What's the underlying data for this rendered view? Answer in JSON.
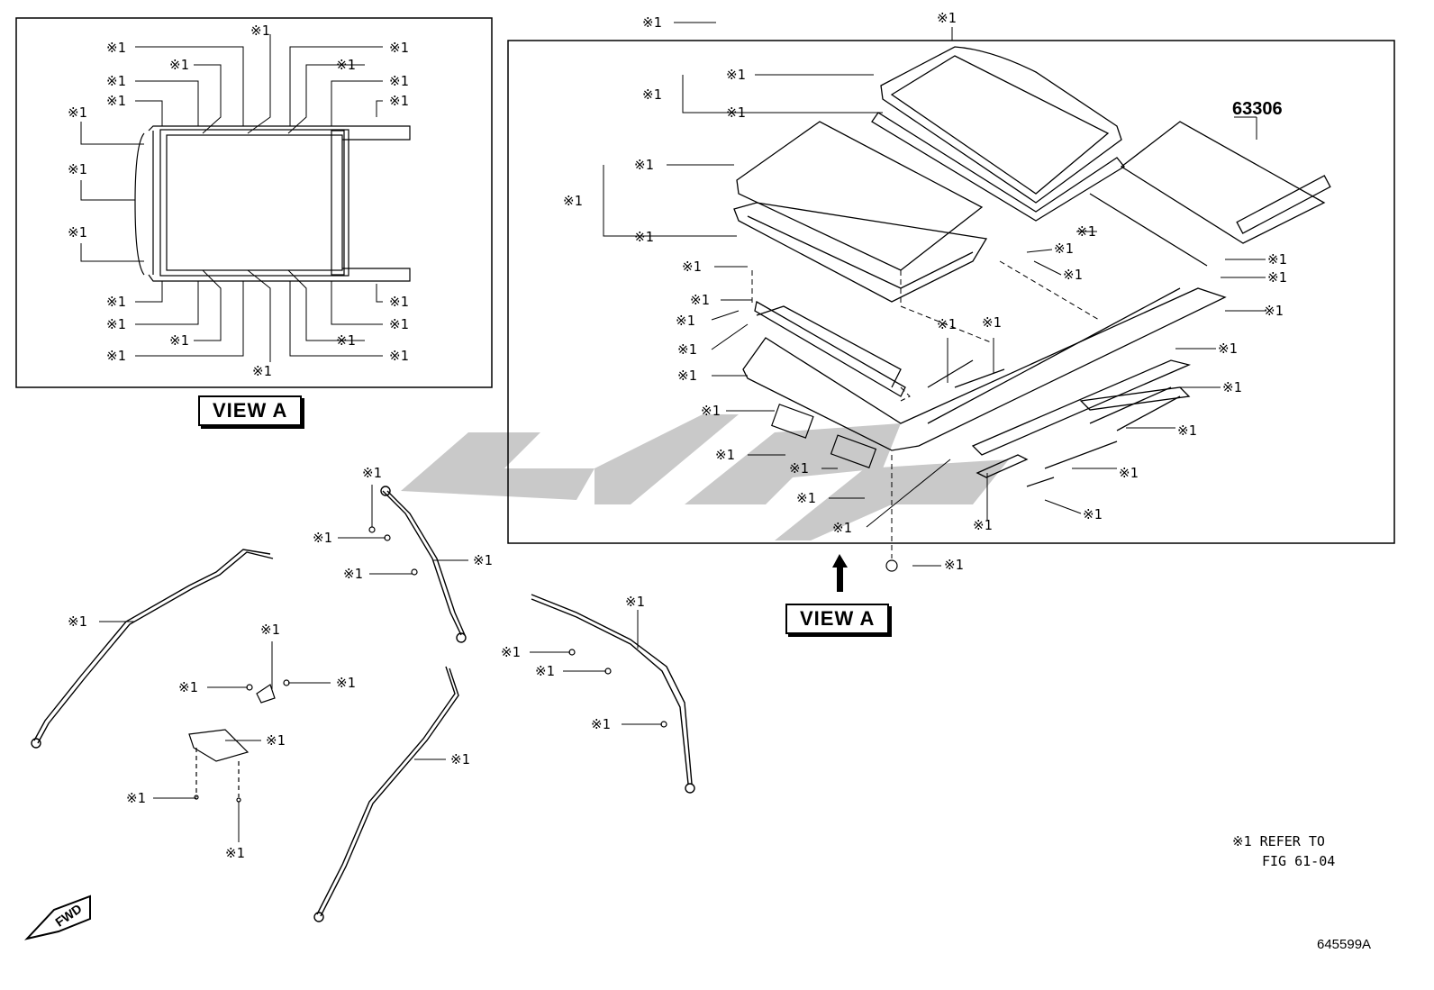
{
  "ref_mark": "※1",
  "view_label": "VIEW A",
  "part_number": "63306",
  "note": {
    "line1": "※1 REFER TO",
    "line2": "FIG 61-04"
  },
  "figure_number": "645599A",
  "fwd_label": "FWD",
  "colors": {
    "line": "#000000",
    "background": "#ffffff",
    "watermark": "#c8c8c8"
  }
}
